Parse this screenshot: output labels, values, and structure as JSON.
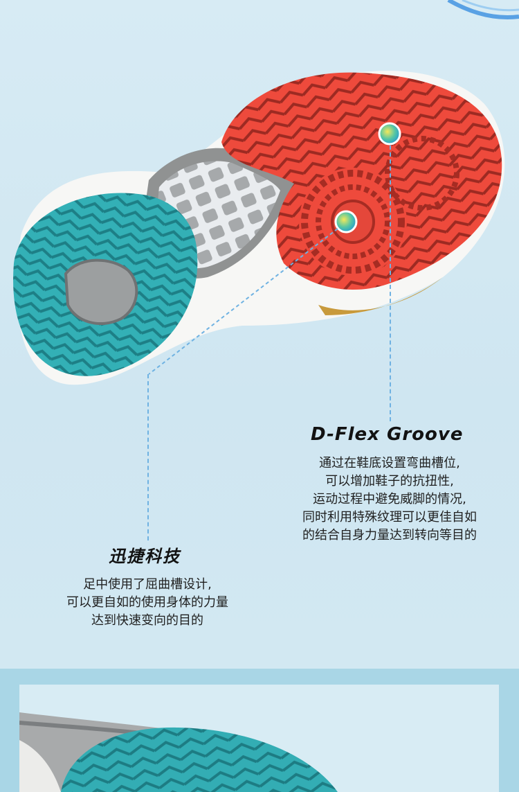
{
  "features": [
    {
      "title": "D-Flex Groove",
      "lines": [
        "通过在鞋底设置弯曲槽位,",
        "可以增加鞋子的抗扭性,",
        "运动过程中避免威脚的情况,",
        "同时利用特殊纹理可以更佳自如",
        "的结合自身力量达到转向等目的"
      ]
    },
    {
      "title": "迅捷科技",
      "lines": [
        "足中使用了屈曲槽设计,",
        "可以更自如的使用身体的力量",
        "达到快速变向的目的"
      ]
    }
  ],
  "colors": {
    "forefoot_red": "#ee4a3c",
    "heel_teal": "#2faab1",
    "midfoot_grey": "#8f9090",
    "callout_line": "#6fb2e2",
    "background": "#d3e8f2",
    "bottom_band": "#a9d6e6"
  },
  "icons": [
    "hotspot-marker-icon"
  ]
}
